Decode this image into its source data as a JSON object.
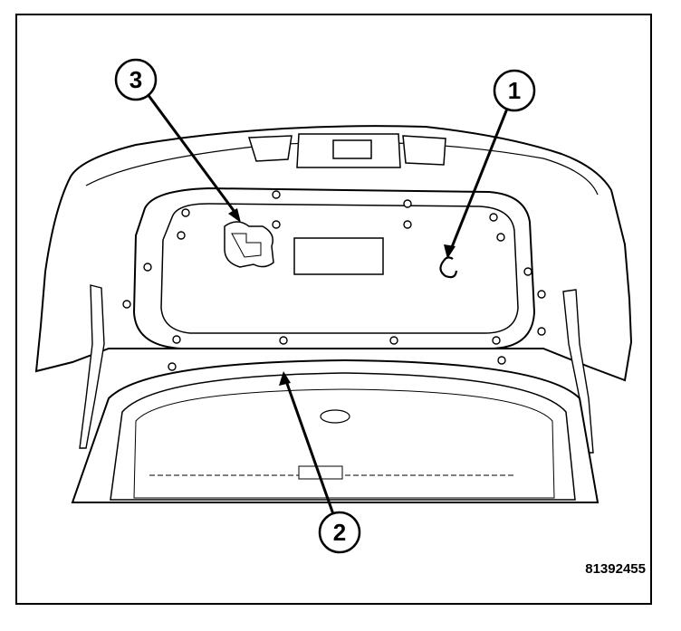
{
  "figure": {
    "id": "81392455"
  },
  "callouts": [
    {
      "label": "1"
    },
    {
      "label": "2"
    },
    {
      "label": "3"
    }
  ]
}
